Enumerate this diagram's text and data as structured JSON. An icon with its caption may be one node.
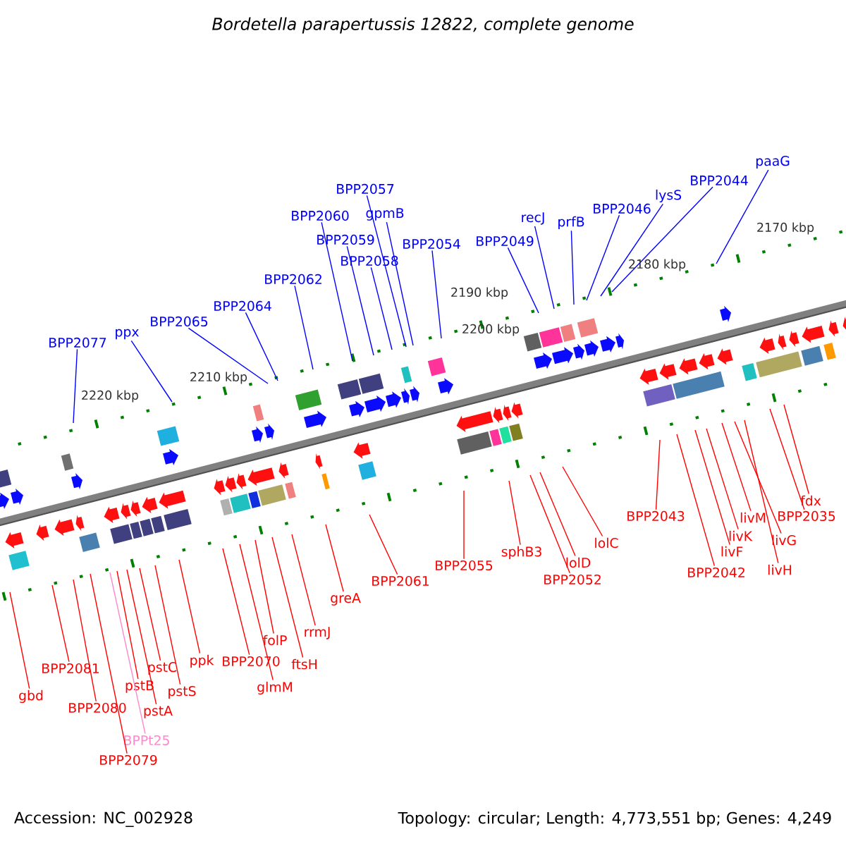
{
  "diagram": {
    "title": "Bordetella parapertussis 12822, complete genome",
    "nodes": [
      {
        "text": [
          "BPP2077"
        ]
      },
      {
        "text": [
          "ppx"
        ]
      },
      {
        "text": [
          "BPP2065"
        ]
      },
      {
        "text": [
          "BPP2064"
        ]
      },
      {
        "text": [
          "BPP2062"
        ]
      },
      {
        "text": [
          "BPP2060"
        ]
      },
      {
        "text": [
          "BPP2059"
        ]
      },
      {
        "text": [
          "BPP2058"
        ]
      },
      {
        "text": [
          "BPP2057"
        ]
      },
      {
        "text": [
          "gpmB"
        ]
      },
      {
        "text": [
          "BPP2054"
        ]
      },
      {
        "text": [
          "BPP2049"
        ]
      },
      {
        "text": [
          "recJ"
        ]
      },
      {
        "text": [
          "prfB"
        ]
      },
      {
        "text": [
          "BPP2046"
        ]
      },
      {
        "text": [
          "lysS"
        ]
      },
      {
        "text": [
          "BPP2044"
        ]
      },
      {
        "text": [
          "paaG"
        ]
      },
      {
        "text": [
          "gbd"
        ]
      },
      {
        "text": [
          "BPP2081"
        ]
      },
      {
        "text": [
          "BPP2080"
        ]
      },
      {
        "text": [
          "BPPt25"
        ]
      },
      {
        "text": [
          "BPP2079"
        ]
      },
      {
        "text": [
          "pstB"
        ]
      },
      {
        "text": [
          "pstA"
        ]
      },
      {
        "text": [
          "pstC"
        ]
      },
      {
        "text": [
          "pstS"
        ]
      },
      {
        "text": [
          "ppk"
        ]
      },
      {
        "text": [
          "BPP2070"
        ]
      },
      {
        "text": [
          "glmM"
        ]
      },
      {
        "text": [
          "folP"
        ]
      },
      {
        "text": [
          "ftsH"
        ]
      },
      {
        "text": [
          "rrmJ"
        ]
      },
      {
        "text": [
          "greA"
        ]
      },
      {
        "text": [
          "BPP2061"
        ]
      },
      {
        "text": [
          "BPP2055"
        ]
      },
      {
        "text": [
          "sphB3"
        ]
      },
      {
        "text": [
          "lolD"
        ]
      },
      {
        "text": [
          "BPP2052"
        ]
      },
      {
        "text": [
          "lolC"
        ]
      },
      {
        "text": [
          "BPP2043"
        ]
      },
      {
        "text": [
          "BPP2042"
        ]
      },
      {
        "text": [
          "livF"
        ]
      },
      {
        "text": [
          "livK"
        ]
      },
      {
        "text": [
          "livM"
        ]
      },
      {
        "text": [
          "livG"
        ]
      },
      {
        "text": [
          "livH"
        ]
      },
      {
        "text": [
          "BPP2035"
        ]
      },
      {
        "text": [
          "fdx"
        ]
      }
    ],
    "edges": [
      {
        "from": 0,
        "to": null,
        "arrow": "none",
        "color": "#0000ff"
      },
      {
        "from": 1,
        "to": null,
        "arrow": "none",
        "color": "#0000ff"
      },
      {
        "from": 2,
        "to": null,
        "arrow": "none",
        "color": "#0000ff"
      },
      {
        "from": 3,
        "to": null,
        "arrow": "none",
        "color": "#0000ff"
      },
      {
        "from": 4,
        "to": null,
        "arrow": "none",
        "color": "#0000ff"
      },
      {
        "from": 5,
        "to": null,
        "arrow": "none",
        "color": "#0000ff"
      },
      {
        "from": 6,
        "to": null,
        "arrow": "none",
        "color": "#0000ff"
      },
      {
        "from": 7,
        "to": null,
        "arrow": "none",
        "color": "#0000ff"
      },
      {
        "from": 8,
        "to": null,
        "arrow": "none",
        "color": "#0000ff"
      },
      {
        "from": 9,
        "to": null,
        "arrow": "none",
        "color": "#0000ff"
      },
      {
        "from": 10,
        "to": null,
        "arrow": "none",
        "color": "#0000ff"
      },
      {
        "from": 11,
        "to": null,
        "arrow": "none",
        "color": "#0000ff"
      },
      {
        "from": 12,
        "to": null,
        "arrow": "none",
        "color": "#0000ff"
      },
      {
        "from": 13,
        "to": null,
        "arrow": "none",
        "color": "#0000ff"
      },
      {
        "from": 14,
        "to": null,
        "arrow": "none",
        "color": "#0000ff"
      },
      {
        "from": 15,
        "to": null,
        "arrow": "none",
        "color": "#0000ff"
      },
      {
        "from": 16,
        "to": null,
        "arrow": "none",
        "color": "#0000ff"
      },
      {
        "from": 17,
        "to": null,
        "arrow": "none",
        "color": "#0000ff"
      },
      {
        "from": 18,
        "to": null,
        "arrow": "none"
      },
      {
        "from": 19,
        "to": null,
        "arrow": "none"
      },
      {
        "from": 20,
        "to": null,
        "arrow": "none"
      },
      {
        "from": 21,
        "to": null,
        "arrow": "none",
        "color": "#ff88cc"
      },
      {
        "from": 22,
        "to": null,
        "arrow": "none"
      },
      {
        "from": 23,
        "to": null,
        "arrow": "none"
      },
      {
        "from": 24,
        "to": null,
        "arrow": "none"
      },
      {
        "from": 25,
        "to": null,
        "arrow": "none"
      },
      {
        "from": 26,
        "to": null,
        "arrow": "none"
      },
      {
        "from": 27,
        "to": null,
        "arrow": "none"
      },
      {
        "from": 28,
        "to": null,
        "arrow": "none"
      },
      {
        "from": 29,
        "to": null,
        "arrow": "none"
      },
      {
        "from": 30,
        "to": null,
        "arrow": "none"
      },
      {
        "from": 31,
        "to": null,
        "arrow": "none"
      },
      {
        "from": 32,
        "to": null,
        "arrow": "none"
      },
      {
        "from": 33,
        "to": null,
        "arrow": "none"
      },
      {
        "from": 34,
        "to": null,
        "arrow": "none"
      },
      {
        "from": 35,
        "to": null,
        "arrow": "none"
      },
      {
        "from": 36,
        "to": null,
        "arrow": "none"
      },
      {
        "from": 37,
        "to": null,
        "arrow": "none"
      },
      {
        "from": 38,
        "to": null,
        "arrow": "none"
      },
      {
        "from": 39,
        "to": null,
        "arrow": "none"
      },
      {
        "from": 40,
        "to": null,
        "arrow": "none"
      },
      {
        "from": 41,
        "to": null,
        "arrow": "none"
      },
      {
        "from": 42,
        "to": null,
        "arrow": "none"
      },
      {
        "from": 43,
        "to": null,
        "arrow": "none"
      },
      {
        "from": 44,
        "to": null,
        "arrow": "none"
      },
      {
        "from": 45,
        "to": null,
        "arrow": "none"
      },
      {
        "from": 46,
        "to": null,
        "arrow": "none"
      },
      {
        "from": 47,
        "to": null,
        "arrow": "none"
      },
      {
        "from": 48,
        "to": null,
        "arrow": "none"
      }
    ],
    "labels": [
      "2220 kbp",
      "2210 kbp",
      "2200 kbp",
      "2190 kbp",
      "2180 kbp",
      "2170 kbp",
      "Accession: NC_002928",
      "Topology: circular; Length: 4,773,551 bp; Genes: 4,249"
    ]
  }
}
